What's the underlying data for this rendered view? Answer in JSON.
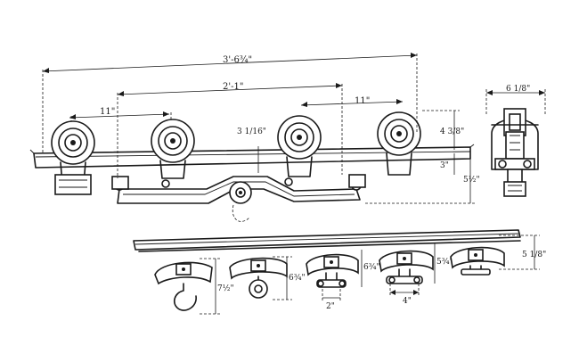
{
  "dimensions": {
    "overall_length": "3'-6¾\"",
    "inner_length": "2'-1\"",
    "left_wheel_spacing": "11\"",
    "right_wheel_spacing": "11\"",
    "center_drop": "3 1/16\"",
    "wheel_height": "4 3/8\"",
    "rail_to_bar": "3\"",
    "total_height": "5½\"",
    "end_view_width": "6 1/8\"",
    "hook_drop": "7½\"",
    "eye_drop": "6¾\"",
    "clevis_drop": "6¾\"",
    "clevis_width": "2\"",
    "plate_drop": "5¾\"",
    "plate_width": "4\"",
    "rail_height": "5 1/8\""
  }
}
